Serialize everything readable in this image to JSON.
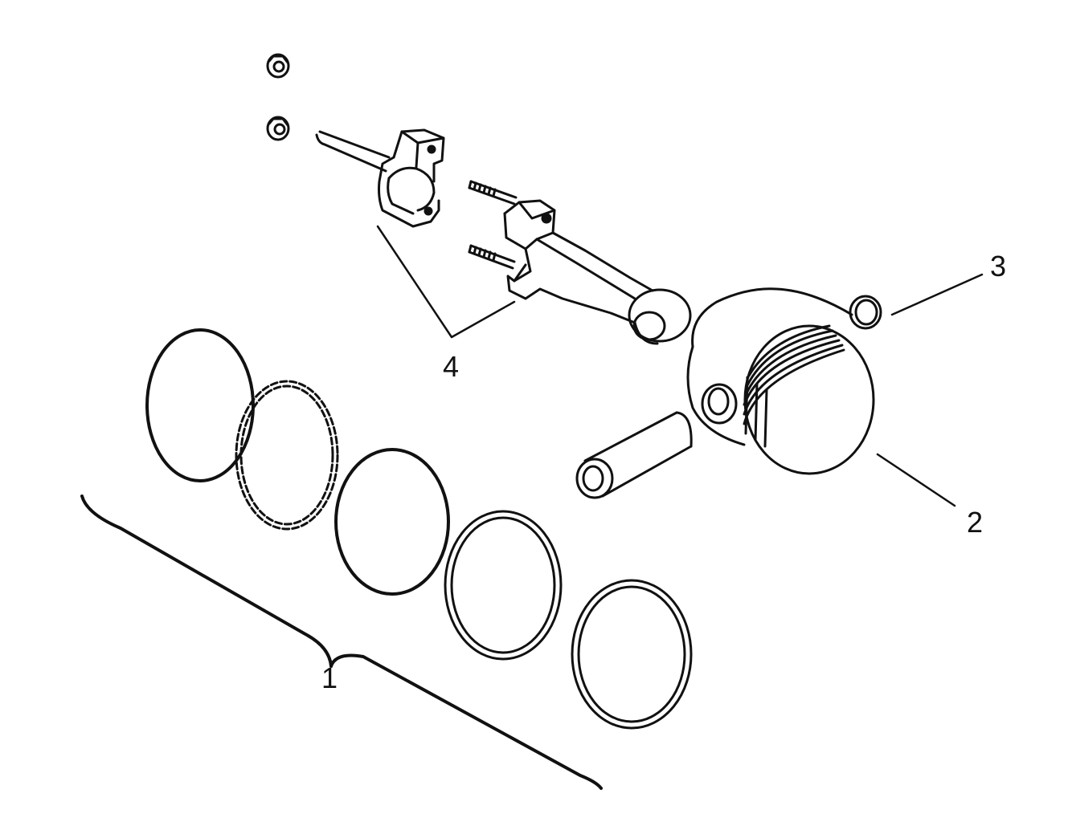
{
  "callouts": {
    "rings": "1",
    "piston": "2",
    "retainer": "3",
    "connecting_rod": "4"
  },
  "colors": {
    "ink": "#111111",
    "background": "#ffffff"
  }
}
